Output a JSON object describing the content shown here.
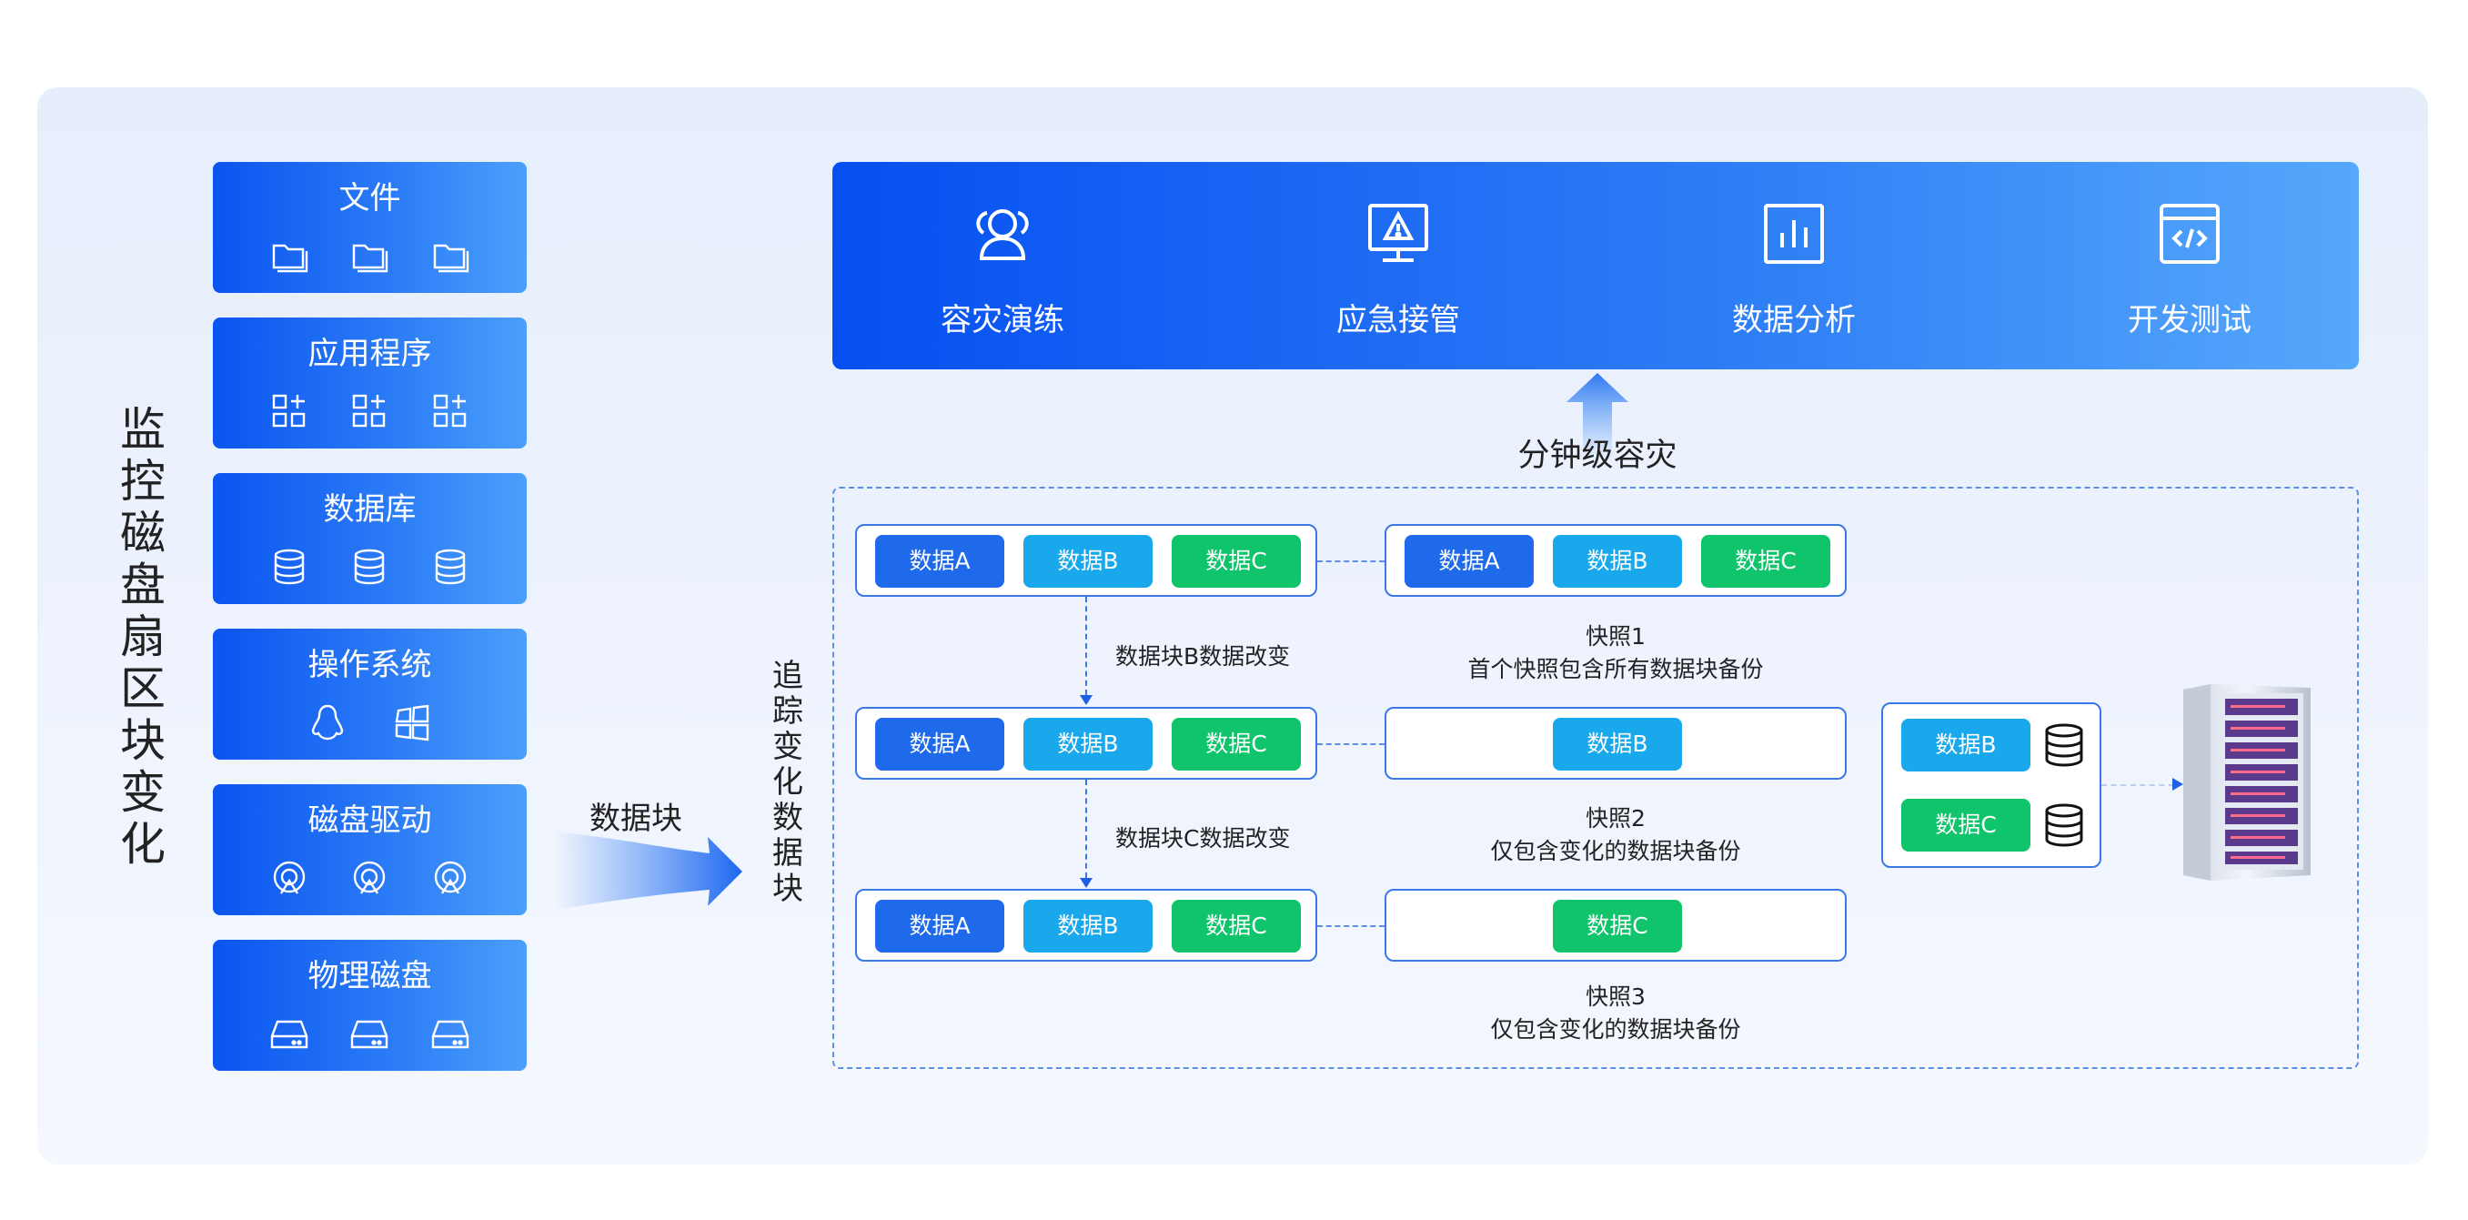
{
  "title_vertical": [
    "监",
    "控",
    "磁",
    "盘",
    "扇",
    "区",
    "块",
    "变",
    "化"
  ],
  "categories": [
    {
      "label": "文件",
      "icon": "folder-icon"
    },
    {
      "label": "应用程序",
      "icon": "app-grid-icon"
    },
    {
      "label": "数据库",
      "icon": "database-icon"
    },
    {
      "label": "操作系统",
      "icon": "os-icon"
    },
    {
      "label": "磁盘驱动",
      "icon": "disk-drive-icon"
    },
    {
      "label": "物理磁盘",
      "icon": "hard-disk-icon"
    }
  ],
  "flow_label": "数据块",
  "track_label_vertical": [
    "追",
    "踪",
    "变",
    "化",
    "数",
    "据",
    "块"
  ],
  "use_cases": [
    {
      "label": "容灾演练",
      "icon": "users-icon"
    },
    {
      "label": "应急接管",
      "icon": "alert-monitor-icon"
    },
    {
      "label": "数据分析",
      "icon": "bar-chart-icon"
    },
    {
      "label": "开发测试",
      "icon": "code-window-icon"
    }
  ],
  "recovery_label": "分钟级容灾",
  "chips": {
    "a": "数据A",
    "b": "数据B",
    "c": "数据C"
  },
  "changes": {
    "b": "数据块B数据改变",
    "c": "数据块C数据改变"
  },
  "snapshots": [
    {
      "name": "快照1",
      "desc": "首个快照包含所有数据块备份"
    },
    {
      "name": "快照2",
      "desc": "仅包含变化的数据块备份"
    },
    {
      "name": "快照3",
      "desc": "仅包含变化的数据块备份"
    }
  ],
  "colors": {
    "blue": "#1f6aea",
    "cyan": "#1aa8ec",
    "green": "#10c46b"
  }
}
